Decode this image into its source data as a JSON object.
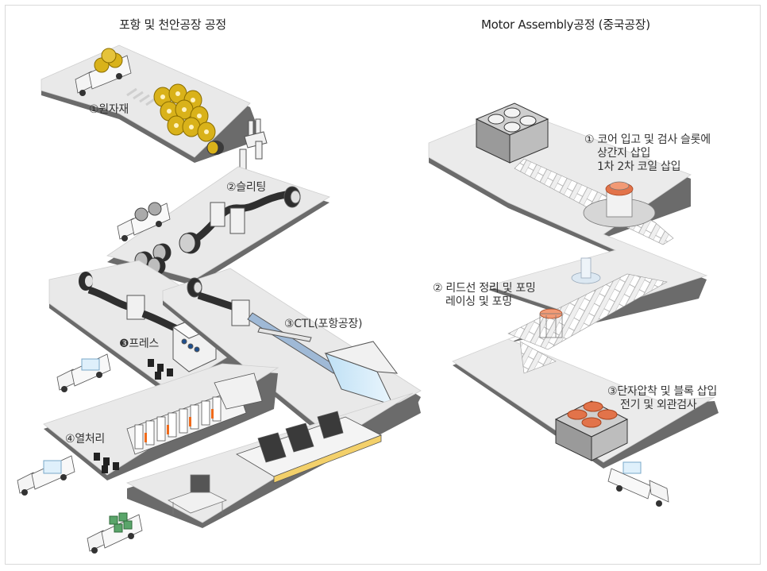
{
  "titles": {
    "left": "포항 및 천안공장 공정",
    "right": "Motor Assembly공정 (중국공장)"
  },
  "left_steps": {
    "raw": "①원자재",
    "slitting": "②슬리팅",
    "ctl": "③CTL(포항공장)",
    "press": "❸프레스",
    "heat": "④열처리"
  },
  "right_steps": {
    "s1": [
      "① 코어 입고 및 검사 슬롯에",
      "상간지 삽입",
      "1차 2차 코일 삽입"
    ],
    "s2": [
      "② 리드선 정리 및 포밍",
      "레이싱 및 포밍"
    ],
    "s3": [
      "③단자압착 및 블록 삽입",
      "전기 및 외관검사"
    ]
  },
  "colors": {
    "platform": "#e9e9e9",
    "platform_edge": "#6b6b6b",
    "coil_gold": "#d9b21a",
    "coil_copper": "#e2734a",
    "machine": "#f1f1f1"
  }
}
